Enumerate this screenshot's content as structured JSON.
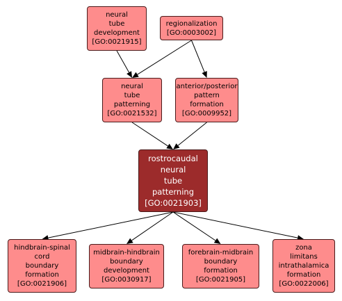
{
  "colors": {
    "node_fill": "#fe8c8c",
    "focus_fill": "#9c2b2b",
    "focus_text": "#ffffff",
    "edge": "#000000"
  },
  "nodes": {
    "neural_tube_development": {
      "lines": [
        "neural",
        "tube",
        "development"
      ],
      "id": "[GO:0021915]"
    },
    "regionalization": {
      "lines": [
        "regionalization"
      ],
      "id": "[GO:0003002]"
    },
    "neural_tube_patterning": {
      "lines": [
        "neural",
        "tube",
        "patterning"
      ],
      "id": "[GO:0021532]"
    },
    "anterior_posterior_pattern_formation": {
      "lines": [
        "anterior/posterior",
        "pattern",
        "formation"
      ],
      "id": "[GO:0009952]"
    },
    "rostrocaudal_neural_tube_patterning": {
      "lines": [
        "rostrocaudal",
        "neural",
        "tube",
        "patterning"
      ],
      "id": "[GO:0021903]"
    },
    "hindbrain_spinal_cord_boundary_formation": {
      "lines": [
        "hindbrain-spinal",
        "cord",
        "boundary",
        "formation"
      ],
      "id": "[GO:0021906]"
    },
    "midbrain_hindbrain_boundary_development": {
      "lines": [
        "midbrain-hindbrain",
        "boundary",
        "development"
      ],
      "id": "[GO:0030917]"
    },
    "forebrain_midbrain_boundary_formation": {
      "lines": [
        "forebrain-midbrain",
        "boundary",
        "formation"
      ],
      "id": "[GO:0021905]"
    },
    "zona_limitans_intrathalamica_formation": {
      "lines": [
        "zona",
        "limitans",
        "intrathalamica",
        "formation"
      ],
      "id": "[GO:0022006]"
    }
  },
  "edges": [
    [
      "neural_tube_development",
      "neural_tube_patterning"
    ],
    [
      "regionalization",
      "neural_tube_patterning"
    ],
    [
      "regionalization",
      "anterior_posterior_pattern_formation"
    ],
    [
      "neural_tube_patterning",
      "rostrocaudal_neural_tube_patterning"
    ],
    [
      "anterior_posterior_pattern_formation",
      "rostrocaudal_neural_tube_patterning"
    ],
    [
      "rostrocaudal_neural_tube_patterning",
      "hindbrain_spinal_cord_boundary_formation"
    ],
    [
      "rostrocaudal_neural_tube_patterning",
      "midbrain_hindbrain_boundary_development"
    ],
    [
      "rostrocaudal_neural_tube_patterning",
      "forebrain_midbrain_boundary_formation"
    ],
    [
      "rostrocaudal_neural_tube_patterning",
      "zona_limitans_intrathalamica_formation"
    ]
  ]
}
